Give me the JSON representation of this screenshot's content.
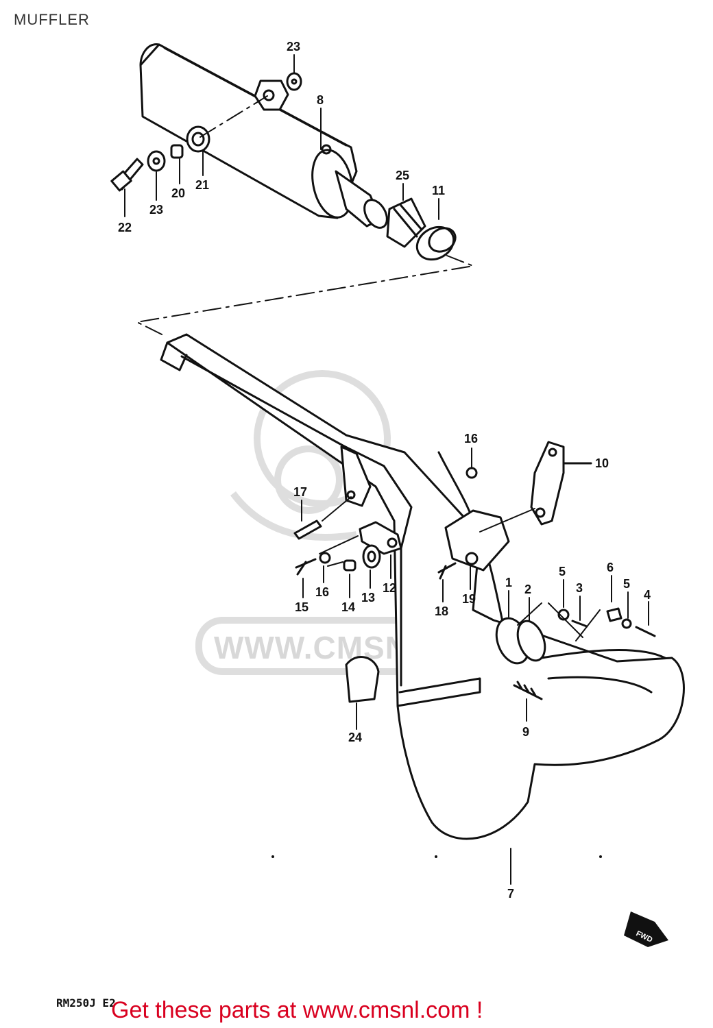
{
  "page": {
    "title": "MUFFLER",
    "model_code": "RM250J E2",
    "footer_cta": "Get these parts at www.cmsnl.com !",
    "watermark": "WWW.CMSNL.COM",
    "fwd_label": "FWD"
  },
  "callouts": [
    "1",
    "2",
    "3",
    "4",
    "5",
    "5",
    "6",
    "7",
    "8",
    "9",
    "10",
    "11",
    "12",
    "13",
    "14",
    "15",
    "16",
    "16",
    "17",
    "18",
    "19",
    "20",
    "21",
    "22",
    "23",
    "23",
    "24",
    "25"
  ],
  "colors": {
    "line": "#111111",
    "footer": "#d9001f",
    "watermark": "#d8d8d8"
  }
}
